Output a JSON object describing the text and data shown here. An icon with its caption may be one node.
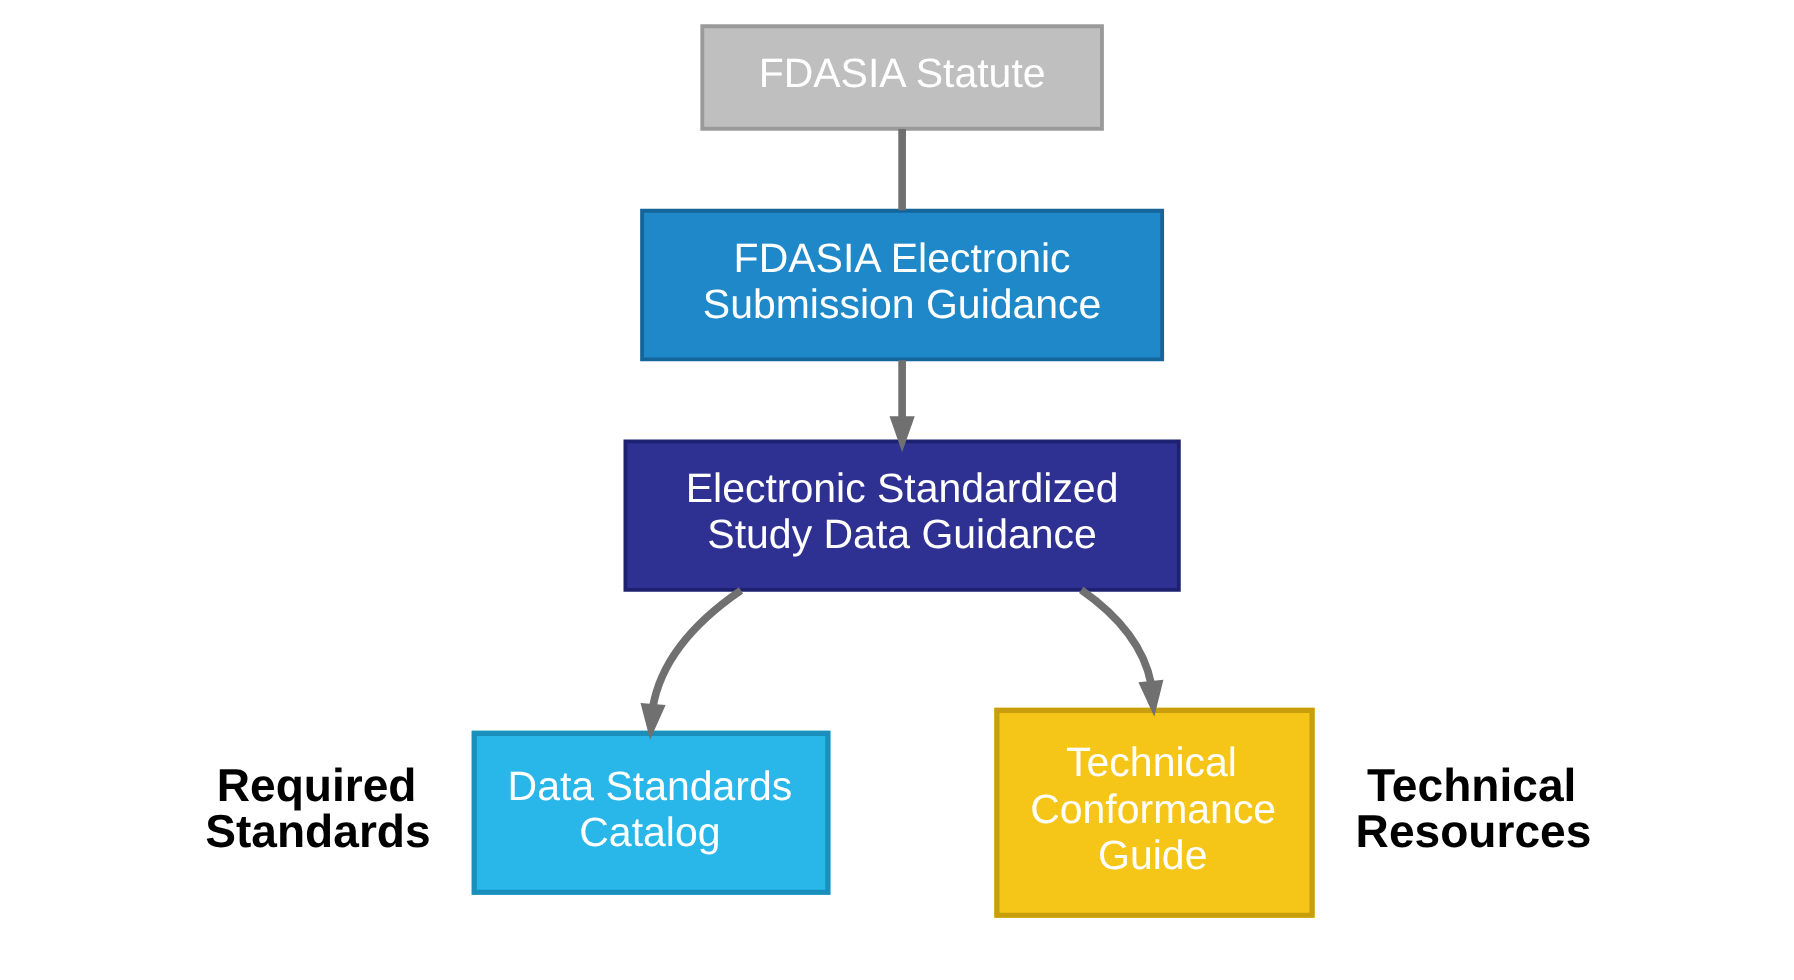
{
  "diagram": {
    "nodes": [
      {
        "text": [
          "FDASIA Statute"
        ]
      },
      {
        "text": [
          "FDASIA Electronic Submission Guidance"
        ]
      },
      {
        "text": [
          "Electronic Standardized Study Data Guidance"
        ]
      },
      {
        "text": [
          "Data Standards Catalog"
        ],
        "beside": [
          "Required Standards"
        ]
      },
      {
        "text": [
          "Technical Conformance Guide"
        ],
        "beside": [
          "Technical Resources"
        ]
      }
    ],
    "edges": [
      {
        "from": 0,
        "to": 1,
        "arrow": "none"
      },
      {
        "from": 1,
        "to": 2,
        "arrow": "to"
      },
      {
        "from": 2,
        "to": 3,
        "arrow": "to"
      },
      {
        "from": 2,
        "to": 4,
        "arrow": "to"
      }
    ]
  }
}
